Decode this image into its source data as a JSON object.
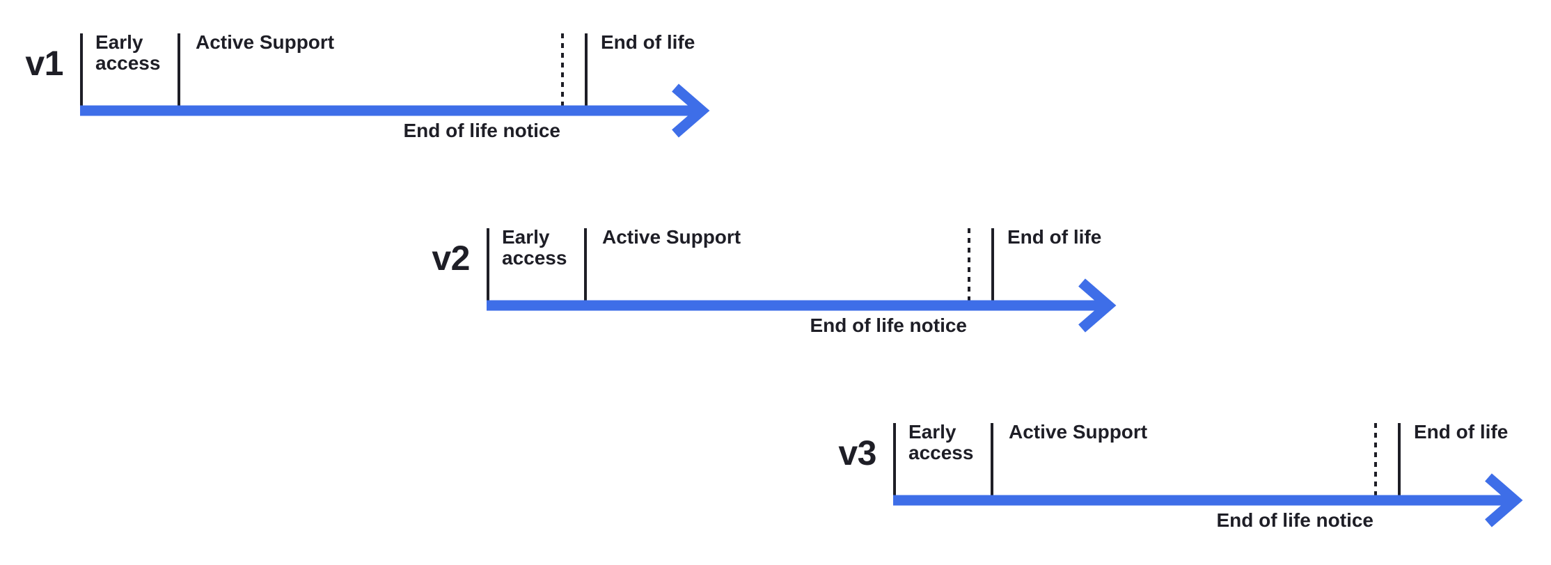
{
  "colors": {
    "arrow": "#3E6EE8",
    "ink": "#1E1E26",
    "background": "#FFFFFF"
  },
  "timelines": [
    {
      "version": "v1",
      "labels": {
        "early_access": "Early access",
        "active_support": "Active Support",
        "end_of_life_notice": "End of life notice",
        "end_of_life": "End of life"
      }
    },
    {
      "version": "v2",
      "labels": {
        "early_access": "Early access",
        "active_support": "Active Support",
        "end_of_life_notice": "End of life notice",
        "end_of_life": "End of life"
      }
    },
    {
      "version": "v3",
      "labels": {
        "early_access": "Early access",
        "active_support": "Active Support",
        "end_of_life_notice": "End of life notice",
        "end_of_life": "End of life"
      }
    }
  ]
}
